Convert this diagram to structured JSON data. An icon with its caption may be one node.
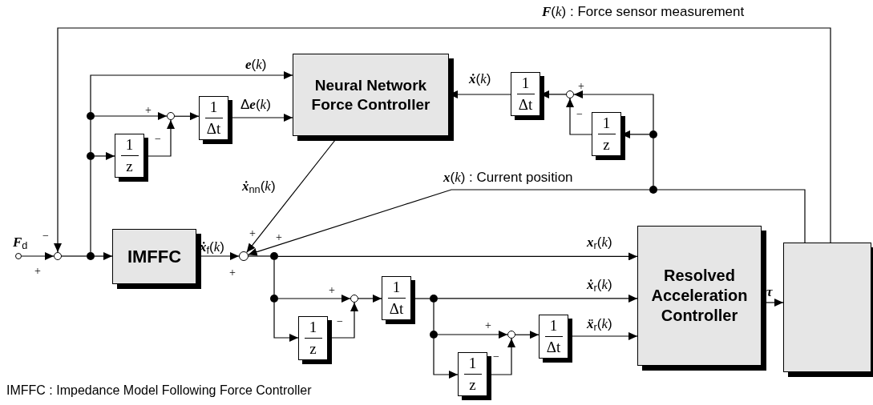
{
  "diagram": {
    "nodes": [
      {
        "text": [],
        "shape": "circle",
        "beside": [
          "**F**$_{d}$"
        ]
      },
      {
        "text": [],
        "shape": "circle"
      },
      {
        "text": [],
        "shape": "dot"
      },
      {
        "text": [],
        "shape": "dot"
      },
      {
        "text": [],
        "shape": "dot"
      },
      {
        "text": [
          "Neural Network Force Controller"
        ]
      },
      {
        "text": [],
        "shape": "circle"
      },
      {
        "text": [
          "1",
          "z"
        ]
      },
      {
        "text": [
          "1",
          "Δt"
        ]
      },
      {
        "text": [
          "IMFFC"
        ]
      },
      {
        "text": [],
        "shape": "circle"
      },
      {
        "text": [],
        "shape": "dot"
      },
      {
        "text": [],
        "shape": "dot"
      },
      {
        "text": [],
        "shape": "circle"
      },
      {
        "text": [
          "1",
          "z"
        ]
      },
      {
        "text": [
          "1",
          "Δt"
        ]
      },
      {
        "text": [],
        "shape": "dot"
      },
      {
        "text": [],
        "shape": "dot"
      },
      {
        "text": [],
        "shape": "circle"
      },
      {
        "text": [
          "1",
          "z"
        ]
      },
      {
        "text": [
          "1",
          "Δt"
        ]
      },
      {
        "text": [
          "Resolved Acceleration Controller"
        ]
      },
      {
        "text": [],
        "shape": "box"
      },
      {
        "text": [],
        "shape": "dot"
      },
      {
        "text": [],
        "shape": "dot"
      },
      {
        "text": [],
        "shape": "circle"
      },
      {
        "text": [
          "1",
          "z"
        ]
      },
      {
        "text": [
          "1",
          "Δt"
        ]
      }
    ],
    "edges": [
      {
        "from": 0,
        "to": 1,
        "arrow": "to"
      },
      {
        "from": 22,
        "to": 1,
        "arrow": "to",
        "label": "**F**(*k*) : Force sensor measurement"
      },
      {
        "from": 1,
        "to": 2,
        "arrow": "none"
      },
      {
        "from": 2,
        "to": 9,
        "arrow": "to"
      },
      {
        "from": 2,
        "to": 3,
        "arrow": "none"
      },
      {
        "from": 3,
        "to": 4,
        "arrow": "none"
      },
      {
        "from": 4,
        "to": 5,
        "arrow": "to",
        "label": "**e**(*k*)"
      },
      {
        "from": 4,
        "to": 6,
        "arrow": "to"
      },
      {
        "from": 3,
        "to": 7,
        "arrow": "to"
      },
      {
        "from": 7,
        "to": 6,
        "arrow": "to"
      },
      {
        "from": 6,
        "to": 8,
        "arrow": "to"
      },
      {
        "from": 8,
        "to": 5,
        "arrow": "to",
        "label": "Δ**e**(*k*)"
      },
      {
        "from": 5,
        "to": 10,
        "arrow": "to",
        "label": "**ẋ**$_{nn}$(*k*)"
      },
      {
        "from": 9,
        "to": 10,
        "arrow": "to",
        "label": "**ẋ**$_{f}$(*k*)"
      },
      {
        "from": 22,
        "to": 23,
        "arrow": "none"
      },
      {
        "from": 23,
        "to": 10,
        "arrow": "to",
        "label": "**x**(*k*) : Current position"
      },
      {
        "from": 23,
        "to": 24,
        "arrow": "none"
      },
      {
        "from": 24,
        "to": 25,
        "arrow": "to"
      },
      {
        "from": 24,
        "to": 26,
        "arrow": "to"
      },
      {
        "from": 26,
        "to": 25,
        "arrow": "to"
      },
      {
        "from": 25,
        "to": 27,
        "arrow": "to"
      },
      {
        "from": 27,
        "to": 5,
        "arrow": "to",
        "label": "**ẋ**(*k*)"
      },
      {
        "from": 10,
        "to": 11,
        "arrow": "none"
      },
      {
        "from": 11,
        "to": 21,
        "arrow": "to",
        "label": "**x**$_{r}$(*k*)"
      },
      {
        "from": 11,
        "to": 12,
        "arrow": "none"
      },
      {
        "from": 12,
        "to": 13,
        "arrow": "to"
      },
      {
        "from": 12,
        "to": 14,
        "arrow": "to"
      },
      {
        "from": 14,
        "to": 13,
        "arrow": "to"
      },
      {
        "from": 13,
        "to": 15,
        "arrow": "to"
      },
      {
        "from": 15,
        "to": 16,
        "arrow": "none"
      },
      {
        "from": 16,
        "to": 21,
        "arrow": "to",
        "label": "**ẋ**$_{r}$(*k*)"
      },
      {
        "from": 16,
        "to": 17,
        "arrow": "none"
      },
      {
        "from": 17,
        "to": 18,
        "arrow": "to"
      },
      {
        "from": 17,
        "to": 19,
        "arrow": "to"
      },
      {
        "from": 19,
        "to": 18,
        "arrow": "to"
      },
      {
        "from": 18,
        "to": 20,
        "arrow": "to"
      },
      {
        "from": 20,
        "to": 21,
        "arrow": "to",
        "label": "**ẍ**$_{r}$(*k*)"
      },
      {
        "from": 21,
        "to": 22,
        "arrow": "to",
        "label": "**τ**"
      }
    ],
    "labels": [
      "+",
      "+",
      "−",
      "−",
      "+",
      "+",
      "−",
      "+",
      "+",
      "+",
      "−",
      "+",
      "−",
      "IMFFC : Impedance Model Following Force Controller"
    ]
  }
}
